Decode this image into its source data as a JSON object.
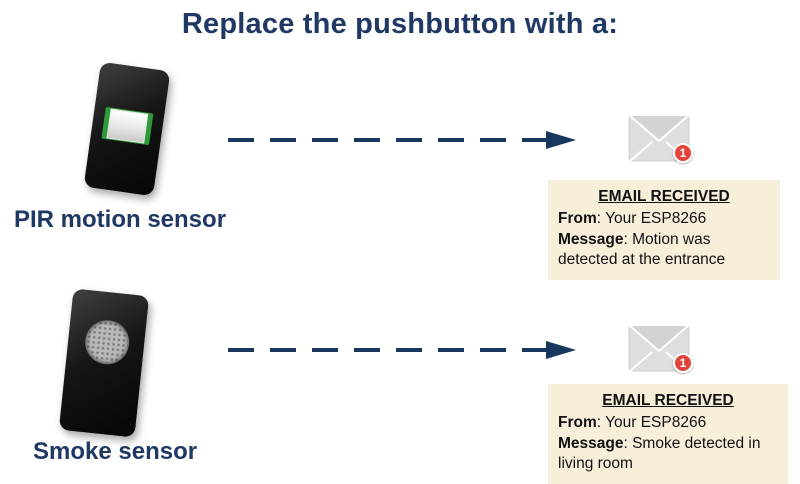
{
  "title": "Replace the pushbutton with a:",
  "rows": [
    {
      "sensor_label": "PIR motion sensor",
      "badge_count": "1",
      "email": {
        "header": "EMAIL RECEIVED",
        "from_label": "From",
        "from_text": ": Your ESP8266",
        "message_label": "Message",
        "message_text": ": Motion was detected at the entrance"
      }
    },
    {
      "sensor_label": "Smoke sensor",
      "badge_count": "1",
      "email": {
        "header": "EMAIL RECEIVED",
        "from_label": "From",
        "from_text": ": Your ESP8266",
        "message_label": "Message",
        "message_text": ": Smoke detected in living room"
      }
    }
  ],
  "colors": {
    "title_navy": "#1f3864",
    "arrow_navy": "#17375e",
    "email_box_bg": "#f8efdb",
    "badge_red": "#e2443b",
    "envelope_gray": "#dedede"
  }
}
